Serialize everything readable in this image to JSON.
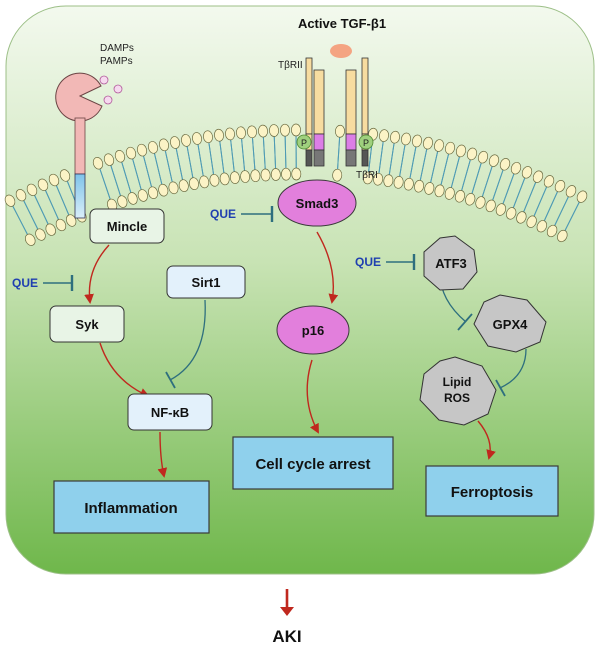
{
  "ligand": {
    "title": "Active TGF-β1",
    "receptor2": "TβRII",
    "receptor1": "TβRI",
    "phospho": "P"
  },
  "pattern": {
    "line1": "DAMPs",
    "line2": "PAMPs"
  },
  "inhibitor": "QUE",
  "nodes": {
    "mincle": "Mincle",
    "syk": "Syk",
    "sirt1": "Sirt1",
    "nfkb": "NF-κB",
    "inflammation": "Inflammation",
    "smad3": "Smad3",
    "p16": "p16",
    "cell_cycle_arrest": "Cell cycle arrest",
    "atf3": "ATF3",
    "gpx4": "GPX4",
    "lipid_ros_line1": "Lipid",
    "lipid_ros_line2": "ROS",
    "ferroptosis": "Ferroptosis"
  },
  "outcome": "AKI",
  "colors": {
    "background_top": "#f2f8ec",
    "background_bottom": "#71b84e",
    "activation_arrow": "#c0281e",
    "inhibition_line": "#2e6f7e",
    "que_text": "#1f3fb0",
    "box_fill": "#e8f4e6",
    "box_blue_fill": "#e3f1fb",
    "outcome_fill": "#8fd0ec",
    "oval_fill": "#e27fdc",
    "hexagon_fill": "#c6c6c6",
    "membrane_head": "#fbf3c6",
    "membrane_tail": "#4f9bb4"
  }
}
